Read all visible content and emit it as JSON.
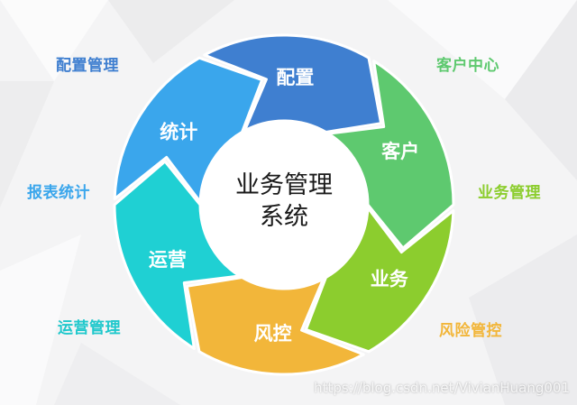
{
  "center": {
    "line1": "业务管理",
    "line2": "系统"
  },
  "segments": [
    {
      "id": "config",
      "label": "配置",
      "color": "#3f7fd0"
    },
    {
      "id": "customer",
      "label": "客户",
      "color": "#5ec96f"
    },
    {
      "id": "business",
      "label": "业务",
      "color": "#8ccd2e"
    },
    {
      "id": "risk",
      "label": "风控",
      "color": "#f2b63a"
    },
    {
      "id": "ops",
      "label": "运营",
      "color": "#1fd0d3"
    },
    {
      "id": "stats",
      "label": "统计",
      "color": "#3aa6ec"
    }
  ],
  "outer_labels": {
    "config": {
      "text": "配置管理",
      "color": "#3f7fd0"
    },
    "customer": {
      "text": "客户中心",
      "color": "#5ec96f"
    },
    "business": {
      "text": "业务管理",
      "color": "#8ccd2e"
    },
    "risk": {
      "text": "风险管控",
      "color": "#f2b63a"
    },
    "ops": {
      "text": "运营管理",
      "color": "#1fc8cc"
    },
    "stats": {
      "text": "报表统计",
      "color": "#3aa6ec"
    }
  },
  "watermark": "https://blog.csdn.net/VivianHuang001"
}
